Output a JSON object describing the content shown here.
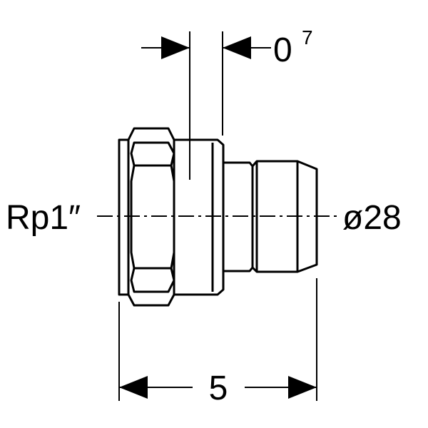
{
  "labels": {
    "thread": "Rp1″",
    "diameter": "ø28",
    "offset_base": "0",
    "offset_sup": "7",
    "length": "5"
  },
  "colors": {
    "line": "#000000",
    "background": "#ffffff"
  }
}
